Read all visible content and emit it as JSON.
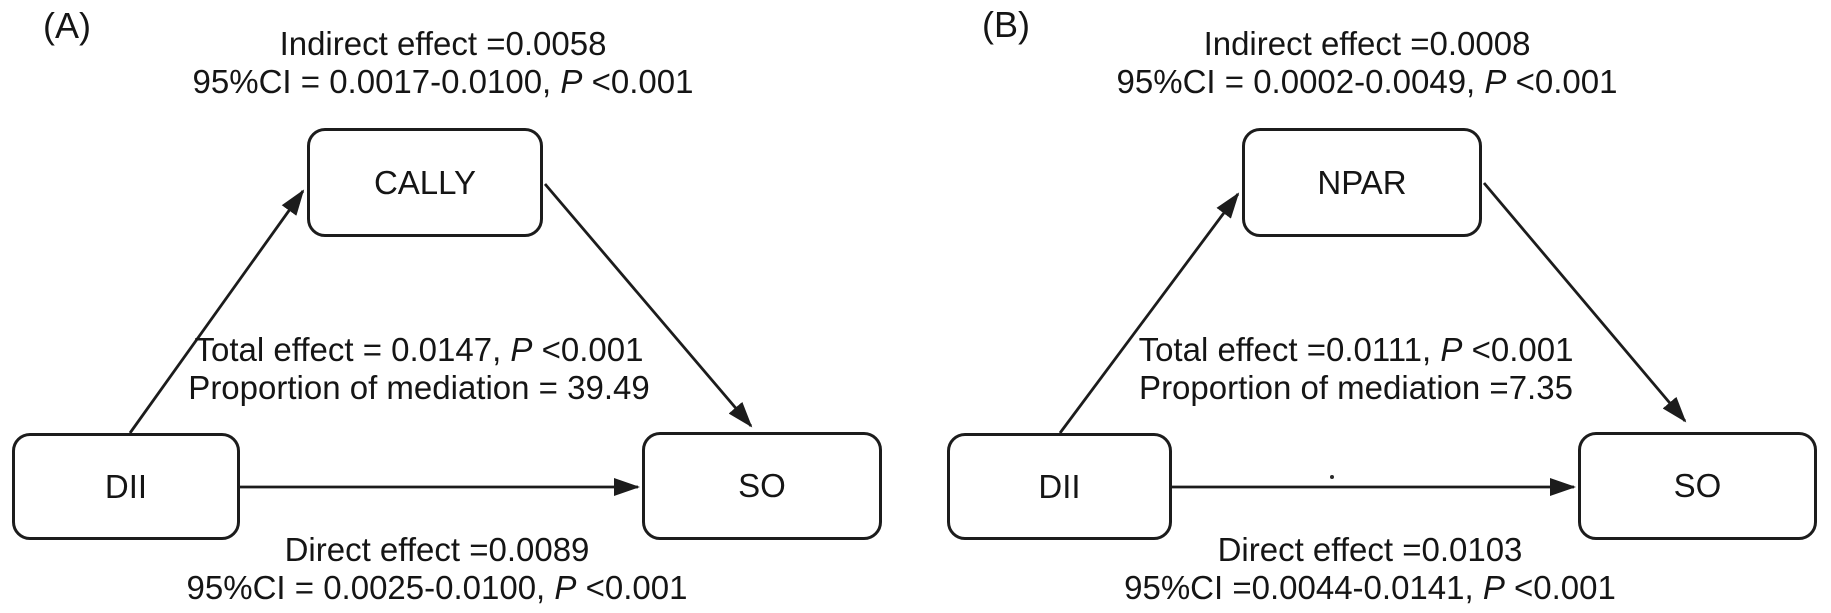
{
  "figure": {
    "type": "mediation-path-diagram",
    "colors": {
      "stroke": "#1c1c1c",
      "text": "#151515",
      "background": "#ffffff"
    }
  },
  "panels": [
    {
      "label": "(A)",
      "exposure": "DII",
      "mediator": "CALLY",
      "outcome": "SO",
      "indirect": {
        "line1": "Indirect effect =0.0058",
        "line2_pre": "95%CI = 0.0017-0.0100, ",
        "line2_p": "P",
        "line2_post": " <0.001"
      },
      "total": {
        "line1_pre": "Total effect = 0.0147, ",
        "line1_p": "P",
        "line1_post": " <0.001",
        "line2": "Proportion of mediation = 39.49"
      },
      "direct": {
        "line1": "Direct effect =0.0089",
        "line2_pre": "95%CI = 0.0025-0.0100, ",
        "line2_p": "P",
        "line2_post": " <0.001"
      }
    },
    {
      "label": "(B)",
      "exposure": "DII",
      "mediator": "NPAR",
      "outcome": "SO",
      "indirect": {
        "line1": "Indirect effect =0.0008",
        "line2_pre": "95%CI = 0.0002-0.0049, ",
        "line2_p": "P",
        "line2_post": " <0.001"
      },
      "total": {
        "line1_pre": "Total effect =0.0111, ",
        "line1_p": "P",
        "line1_post": " <0.001",
        "line2": "Proportion of mediation =7.35"
      },
      "direct": {
        "line1": "Direct effect =0.0103",
        "line2_pre": "95%CI =0.0044-0.0141, ",
        "line2_p": "P",
        "line2_post": " <0.001"
      }
    }
  ]
}
